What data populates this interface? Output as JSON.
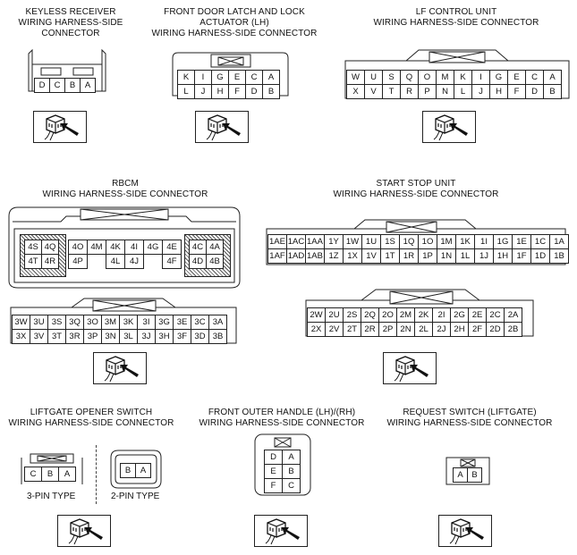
{
  "connectors": {
    "keyless": {
      "title": [
        "KEYLESS RECEIVER",
        "WIRING HARNESS-SIDE",
        "CONNECTOR"
      ],
      "rows": [
        [
          "D",
          "C",
          "B",
          "A"
        ]
      ]
    },
    "door_latch": {
      "title": [
        "FRONT DOOR LATCH AND LOCK",
        "ACTUATOR (LH)",
        "WIRING HARNESS-SIDE CONNECTOR"
      ],
      "rows": [
        [
          "K",
          "I",
          "G",
          "E",
          "C",
          "A"
        ],
        [
          "L",
          "J",
          "H",
          "F",
          "D",
          "B"
        ]
      ]
    },
    "lf_control": {
      "title": [
        "LF CONTROL UNIT",
        "WIRING HARNESS-SIDE CONNECTOR"
      ],
      "rows": [
        [
          "W",
          "U",
          "S",
          "Q",
          "O",
          "M",
          "K",
          "I",
          "G",
          "E",
          "C",
          "A"
        ],
        [
          "X",
          "V",
          "T",
          "R",
          "P",
          "N",
          "L",
          "J",
          "H",
          "F",
          "D",
          "B"
        ]
      ]
    },
    "rbcm": {
      "title": [
        "RBCM",
        "WIRING HARNESS-SIDE CONNECTOR"
      ],
      "left_block": [
        [
          "4S",
          "4Q"
        ],
        [
          "4T",
          "4R"
        ]
      ],
      "mid_block": [
        [
          "4O",
          "4M",
          "4K",
          "4I",
          "4G",
          "4E"
        ],
        [
          "4P",
          "",
          "4L",
          "4J",
          "",
          "4F"
        ]
      ],
      "right_block": [
        [
          "4C",
          "4A"
        ],
        [
          "4D",
          "4B"
        ]
      ],
      "lower_rows": [
        [
          "3W",
          "3U",
          "3S",
          "3Q",
          "3O",
          "3M",
          "3K",
          "3I",
          "3G",
          "3E",
          "3C",
          "3A"
        ],
        [
          "3X",
          "3V",
          "3T",
          "3R",
          "3P",
          "3N",
          "3L",
          "3J",
          "3H",
          "3F",
          "3D",
          "3B"
        ]
      ]
    },
    "start_stop": {
      "title": [
        "START STOP UNIT",
        "WIRING HARNESS-SIDE CONNECTOR"
      ],
      "upper_rows": [
        [
          "1AE",
          "1AC",
          "1AA",
          "1Y",
          "1W",
          "1U",
          "1S",
          "1Q",
          "1O",
          "1M",
          "1K",
          "1I",
          "1G",
          "1E",
          "1C",
          "1A"
        ],
        [
          "1AF",
          "1AD",
          "1AB",
          "1Z",
          "1X",
          "1V",
          "1T",
          "1R",
          "1P",
          "1N",
          "1L",
          "1J",
          "1H",
          "1F",
          "1D",
          "1B"
        ]
      ],
      "lower_rows": [
        [
          "2W",
          "2U",
          "2S",
          "2Q",
          "2O",
          "2M",
          "2K",
          "2I",
          "2G",
          "2E",
          "2C",
          "2A"
        ],
        [
          "2X",
          "2V",
          "2T",
          "2R",
          "2P",
          "2N",
          "2L",
          "2J",
          "2H",
          "2F",
          "2D",
          "2B"
        ]
      ]
    },
    "liftgate_opener": {
      "title": [
        "LIFTGATE OPENER SWITCH",
        "WIRING HARNESS-SIDE CONNECTOR"
      ],
      "three_pin": [
        "C",
        "B",
        "A"
      ],
      "two_pin": [
        "B",
        "A"
      ],
      "three_pin_label": "3-PIN TYPE",
      "two_pin_label": "2-PIN TYPE"
    },
    "outer_handle": {
      "title": [
        "FRONT OUTER HANDLE (LH)/(RH)",
        "WIRING HARNESS-SIDE CONNECTOR"
      ],
      "rows": [
        [
          "D",
          "A"
        ],
        [
          "E",
          "B"
        ],
        [
          "F",
          "C"
        ]
      ]
    },
    "request_switch": {
      "title": [
        "REQUEST SWITCH (LIFTGATE)",
        "WIRING HARNESS-SIDE CONNECTOR"
      ],
      "rows": [
        [
          "A",
          "B"
        ]
      ]
    }
  },
  "icons": {
    "view": "connector-view-arrow-icon"
  }
}
